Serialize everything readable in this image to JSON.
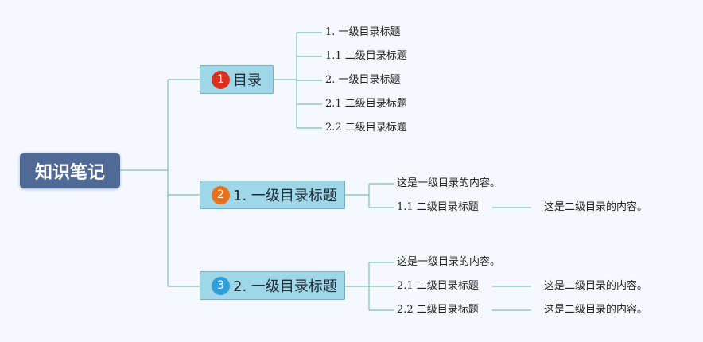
{
  "root": {
    "label": "知识笔记"
  },
  "colors": {
    "line": "#7fbfae",
    "root_bg": "#4f6a96",
    "branch_bg": "#9fd6e8",
    "badge1": "#d9301f",
    "badge2": "#e8711e",
    "badge3": "#2e9fd9"
  },
  "branches": [
    {
      "badge": "1",
      "label": "目录",
      "children": [
        {
          "label": "1. 一级目录标题"
        },
        {
          "label": "1.1 二级目录标题"
        },
        {
          "label": "2. 一级目录标题"
        },
        {
          "label": "2.1 二级目录标题"
        },
        {
          "label": "2.2 二级目录标题"
        }
      ]
    },
    {
      "badge": "2",
      "label": "1. 一级目录标题",
      "children": [
        {
          "label": "这是一级目录的内容。"
        },
        {
          "label": "1.1 二级目录标题",
          "detail": "这是二级目录的内容。"
        }
      ]
    },
    {
      "badge": "3",
      "label": "2. 一级目录标题",
      "children": [
        {
          "label": "这是一级目录的内容。"
        },
        {
          "label": "2.1 二级目录标题",
          "detail": "这是二级目录的内容。"
        },
        {
          "label": "2.2 二级目录标题",
          "detail": "这是二级目录的内容。"
        }
      ]
    }
  ]
}
